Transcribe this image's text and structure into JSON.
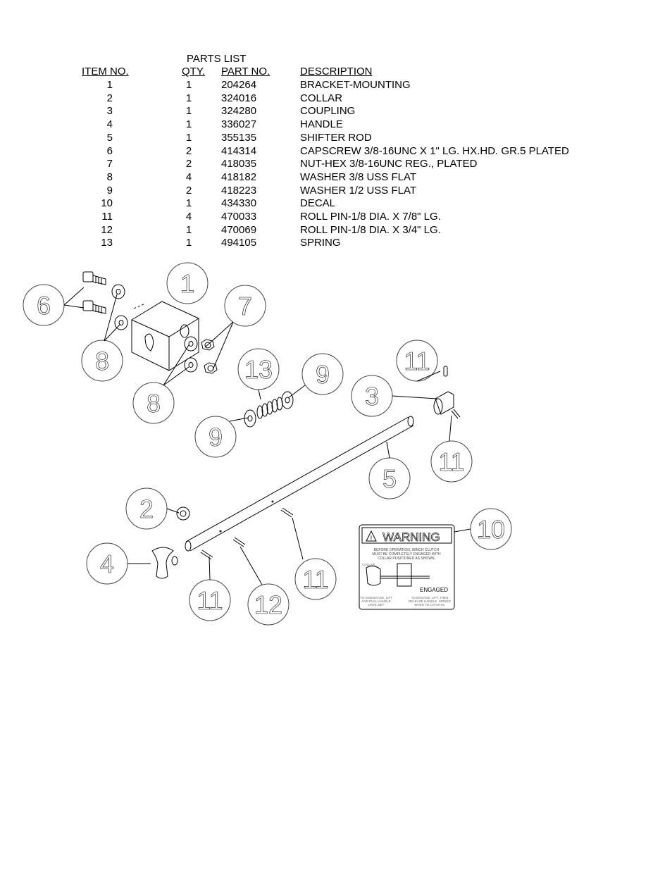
{
  "parts_list": {
    "title": "PARTS LIST",
    "headers": {
      "item": "ITEM NO.",
      "qty": "QTY.",
      "part": "PART NO.",
      "desc": "DESCRIPTION"
    },
    "rows": [
      {
        "item": "1",
        "qty": "1",
        "part": "204264",
        "desc": "BRACKET-MOUNTING"
      },
      {
        "item": "2",
        "qty": "1",
        "part": "324016",
        "desc": "COLLAR"
      },
      {
        "item": "3",
        "qty": "1",
        "part": "324280",
        "desc": "COUPLING"
      },
      {
        "item": "4",
        "qty": "1",
        "part": "336027",
        "desc": "HANDLE"
      },
      {
        "item": "5",
        "qty": "1",
        "part": "355135",
        "desc": "SHIFTER ROD"
      },
      {
        "item": "6",
        "qty": "2",
        "part": "414314",
        "desc": "CAPSCREW 3/8-16UNC X 1\" LG. HX.HD. GR.5 PLATED"
      },
      {
        "item": "7",
        "qty": "2",
        "part": "418035",
        "desc": "NUT-HEX 3/8-16UNC REG., PLATED"
      },
      {
        "item": "8",
        "qty": "4",
        "part": "418182",
        "desc": "WASHER 3/8 USS FLAT"
      },
      {
        "item": "9",
        "qty": "2",
        "part": "418223",
        "desc": "WASHER 1/2 USS FLAT"
      },
      {
        "item": "10",
        "qty": "1",
        "part": "434330",
        "desc": "DECAL"
      },
      {
        "item": "11",
        "qty": "4",
        "part": "470033",
        "desc": "ROLL PIN-1/8 DIA. X 7/8\" LG."
      },
      {
        "item": "12",
        "qty": "1",
        "part": "470069",
        "desc": "ROLL PIN-1/8 DIA. X 3/4\" LG."
      },
      {
        "item": "13",
        "qty": "1",
        "part": "494105",
        "desc": "SPRING"
      }
    ]
  },
  "diagram": {
    "callouts": [
      "1",
      "6",
      "8",
      "7",
      "13",
      "9",
      "11",
      "3",
      "8",
      "9",
      "11",
      "5",
      "2",
      "10",
      "4",
      "11",
      "11",
      "12"
    ],
    "decal": {
      "heading": "WARNING",
      "line1": "BEFORE OPERATION, WINCH CLUTCH",
      "line2": "MUST BE COMPLETELY ENGAGED WITH",
      "line3": "COLLAR POSITIONED AS SHOWN.",
      "collar": "COLLAR",
      "engaged": "ENGAGED",
      "left1": "TO DISENGAGE, LIFT",
      "left2": "AND PULL HANDLE",
      "left3": "UNTIL SET",
      "right1": "TO ENGAGE, LIFT, THEN",
      "right2": "RELEASE HANDLE. SPRING",
      "right3": "WHEN TO LATCH IN."
    }
  }
}
